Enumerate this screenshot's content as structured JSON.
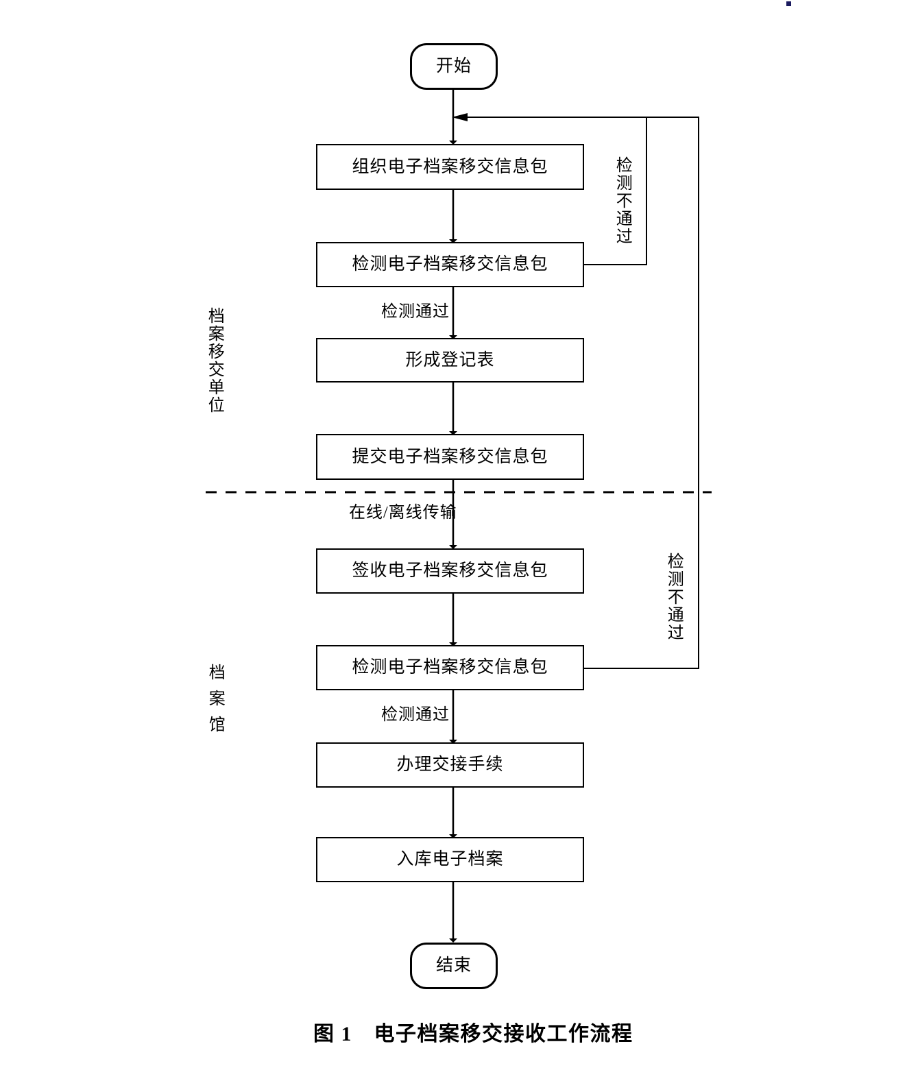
{
  "figure": {
    "caption": "图 1　电子档案移交接收工作流程",
    "corner_mark": "page-corner-artifact"
  },
  "lanes": [
    {
      "id": "lane-transfer-unit",
      "label": "档案移交单位",
      "spacing": "tight"
    },
    {
      "id": "lane-archive",
      "label": "档案馆",
      "spacing": "loose"
    }
  ],
  "divider": {
    "style": "dashed",
    "label": "lane-divider"
  },
  "nodes": [
    {
      "id": "start",
      "shape": "terminal",
      "label": "开始"
    },
    {
      "id": "organize-sip",
      "shape": "process",
      "label": "组织电子档案移交信息包"
    },
    {
      "id": "inspect-sip-1",
      "shape": "process",
      "label": "检测电子档案移交信息包"
    },
    {
      "id": "form-register",
      "shape": "process",
      "label": "形成登记表"
    },
    {
      "id": "submit-sip",
      "shape": "process",
      "label": "提交电子档案移交信息包"
    },
    {
      "id": "receive-sip",
      "shape": "process",
      "label": "签收电子档案移交信息包"
    },
    {
      "id": "inspect-sip-2",
      "shape": "process",
      "label": "检测电子档案移交信息包"
    },
    {
      "id": "handover",
      "shape": "process",
      "label": "办理交接手续"
    },
    {
      "id": "store-archive",
      "shape": "process",
      "label": "入库电子档案"
    },
    {
      "id": "end",
      "shape": "terminal",
      "label": "结束"
    }
  ],
  "edge_labels": [
    {
      "id": "fail-1",
      "text": "检测不通过",
      "orientation": "vertical"
    },
    {
      "id": "pass-1",
      "text": "检测通过",
      "orientation": "horizontal"
    },
    {
      "id": "transmit",
      "text": "在线/离线传输",
      "orientation": "horizontal"
    },
    {
      "id": "fail-2",
      "text": "检测不通过",
      "orientation": "vertical"
    },
    {
      "id": "pass-2",
      "text": "检测通过",
      "orientation": "horizontal"
    }
  ],
  "colors": {
    "stroke": "#000000",
    "fill": "#ffffff",
    "background": "#ffffff",
    "corner_mark": "#1a1a5e"
  }
}
